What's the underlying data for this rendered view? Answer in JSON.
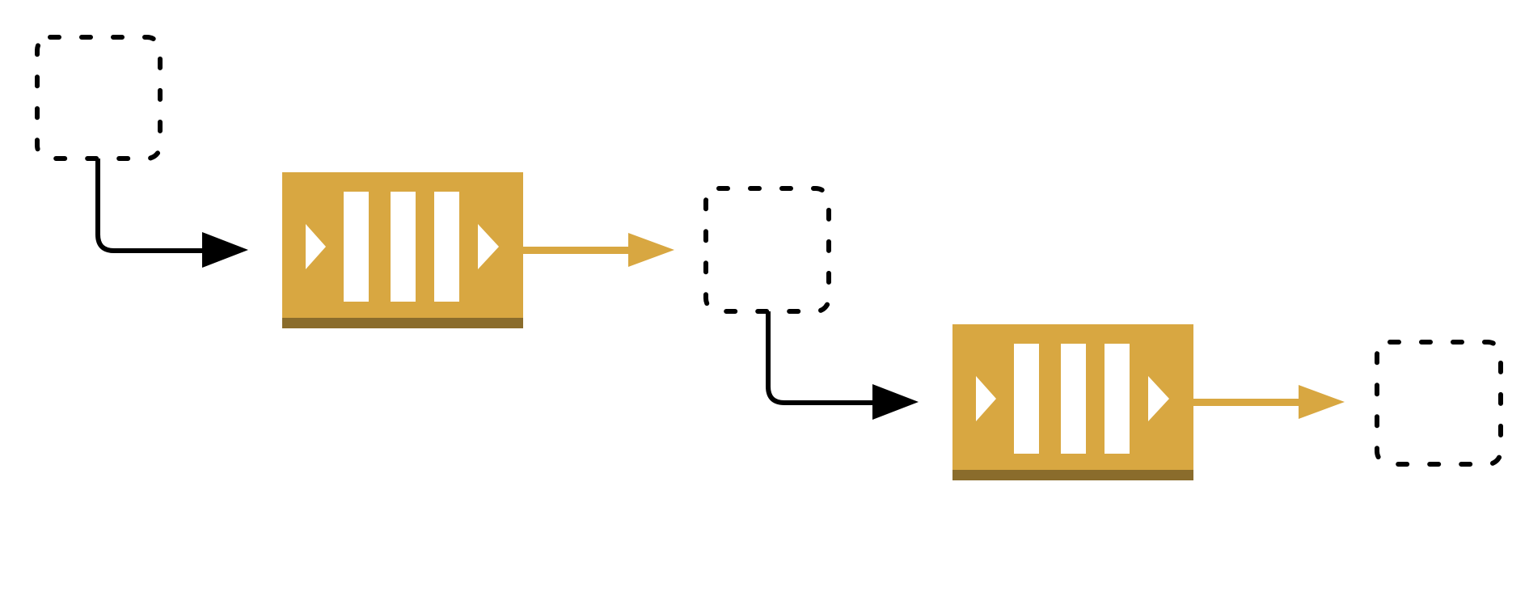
{
  "diagram": {
    "colors": {
      "background": "#ffffff",
      "queue_fill": "#d8a741",
      "queue_base": "#8a6c2c",
      "queue_glyph": "#ffffff",
      "connector_black": "#000000",
      "connector_gold": "#d8a741",
      "placeholder_stroke": "#000000"
    },
    "nodes": [
      {
        "id": "placeholder-1",
        "kind": "dashed-placeholder"
      },
      {
        "id": "queue-1",
        "kind": "queue",
        "icon": "queue-icon"
      },
      {
        "id": "placeholder-2",
        "kind": "dashed-placeholder"
      },
      {
        "id": "queue-2",
        "kind": "queue",
        "icon": "queue-icon"
      },
      {
        "id": "placeholder-3",
        "kind": "dashed-placeholder"
      }
    ],
    "edges": [
      {
        "from": "placeholder-1",
        "to": "queue-1",
        "style": "black-elbow-arrow"
      },
      {
        "from": "queue-1",
        "to": "placeholder-2",
        "style": "gold-arrow"
      },
      {
        "from": "placeholder-2",
        "to": "queue-2",
        "style": "black-elbow-arrow"
      },
      {
        "from": "queue-2",
        "to": "placeholder-3",
        "style": "gold-arrow"
      }
    ]
  }
}
